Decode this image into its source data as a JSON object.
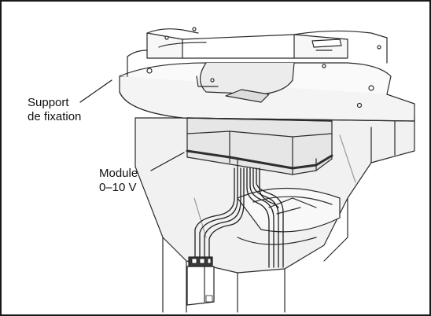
{
  "callouts": {
    "support": {
      "line1": "Support",
      "line2": "de fixation"
    },
    "module": {
      "line1": "Module",
      "line2": "0–10 V"
    }
  },
  "colors": {
    "stroke": "#2a2a2a",
    "light_fill": "#f4f4f4",
    "mid_fill": "#e2e2e2",
    "dark_fill": "#2e2e2e",
    "frame": "#1a1a1a"
  }
}
